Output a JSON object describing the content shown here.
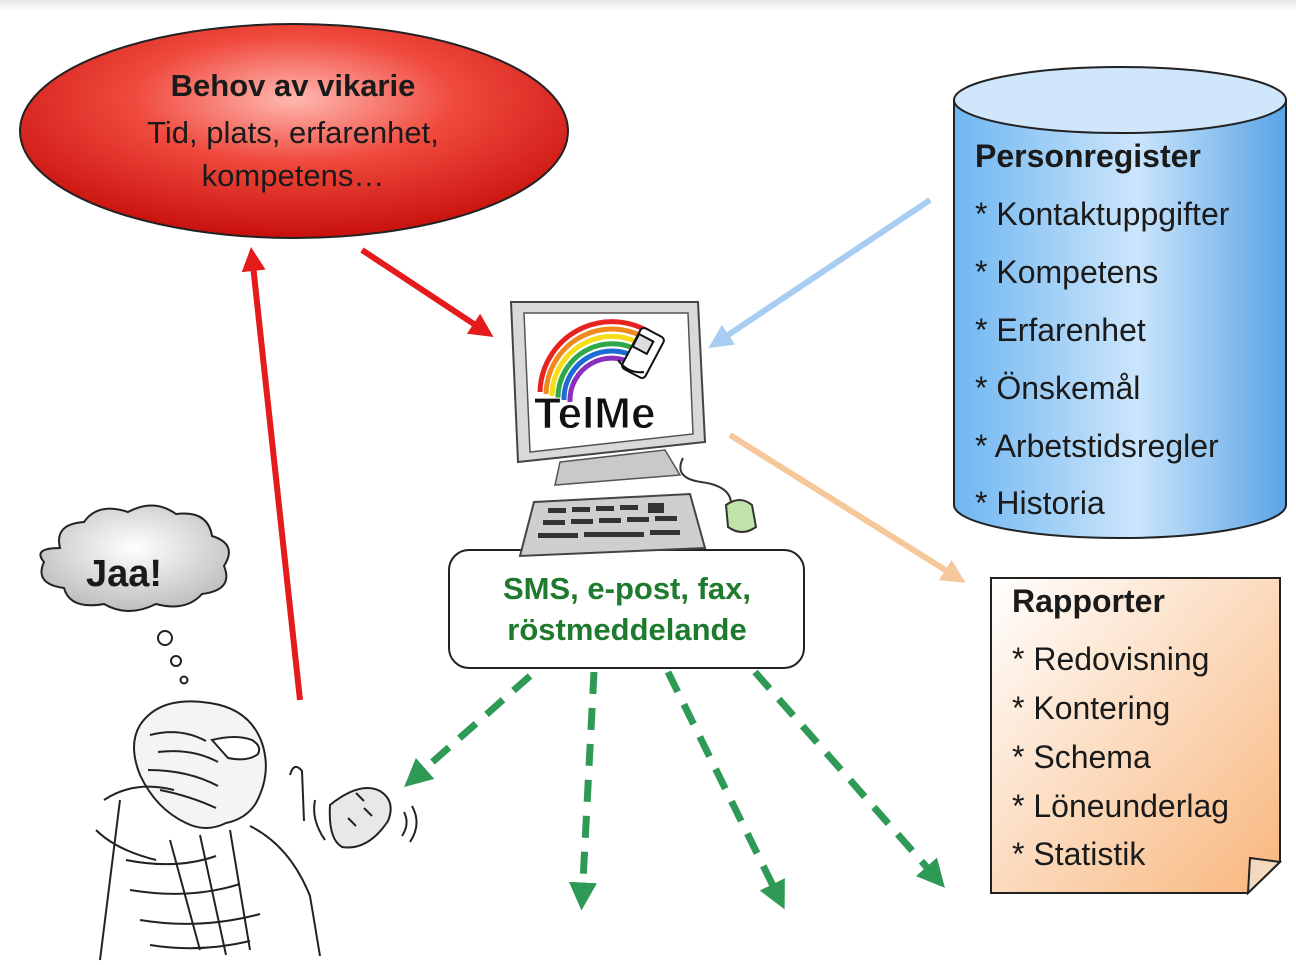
{
  "need": {
    "title": "Behov av vikarie",
    "lines": [
      "Tid, plats, erfarenhet,",
      "kompetens…"
    ]
  },
  "register": {
    "title": "Personregister",
    "items": [
      "* Kontaktuppgifter",
      "* Kompetens",
      "* Erfarenhet",
      "* Önskemål",
      "* Arbetstidsregler",
      "* Historia"
    ]
  },
  "reports": {
    "title": "Rapporter",
    "items": [
      "* Redovisning",
      "* Kontering",
      "* Schema",
      "* Löneunderlag",
      "* Statistik"
    ]
  },
  "channels": {
    "lines": [
      "SMS, e-post, fax,",
      "röstmeddelande"
    ]
  },
  "computer": {
    "logo_text": "TelMe"
  },
  "thought": {
    "text": "Jaa!"
  },
  "colors": {
    "need_fill": "#e8231f",
    "register_fill": "#5aa9ec",
    "reports_fill": "#fbd1ac",
    "arrow_red": "#e51b1b",
    "arrow_blue": "#a8cdf2",
    "arrow_orange": "#f6c79a",
    "arrow_green": "#2e9a55",
    "channel_text": "#1e7b2e"
  }
}
